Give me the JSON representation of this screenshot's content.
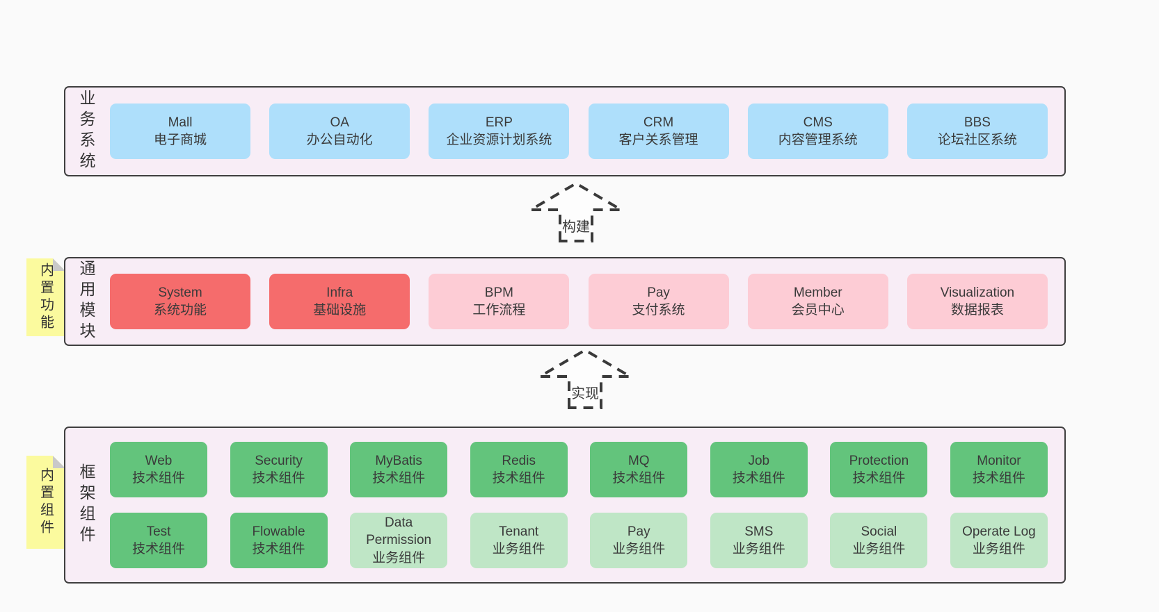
{
  "palette": {
    "page_bg": "#fafafa",
    "panel_bg": "#f8edf6",
    "panel_border": "#3f3f3f",
    "blue": "#aedffb",
    "red": "#f56c6c",
    "pink": "#fdccd5",
    "green": "#63c47c",
    "lightgreen": "#bfe6c6",
    "yellow": "#fbfa9e",
    "fold_gray": "#c9c9c9",
    "text": "#3a3a3a"
  },
  "arrows": [
    {
      "label": "构建"
    },
    {
      "label": "实现"
    }
  ],
  "sections": [
    {
      "id": "business",
      "label": "业务系统",
      "tab": null,
      "rows": [
        [
          {
            "name": "Mall",
            "desc": "电子商城",
            "tone": "blue"
          },
          {
            "name": "OA",
            "desc": "办公自动化",
            "tone": "blue"
          },
          {
            "name": "ERP",
            "desc": "企业资源计划系统",
            "tone": "blue"
          },
          {
            "name": "CRM",
            "desc": "客户关系管理",
            "tone": "blue"
          },
          {
            "name": "CMS",
            "desc": "内容管理系统",
            "tone": "blue"
          },
          {
            "name": "BBS",
            "desc": "论坛社区系统",
            "tone": "blue"
          }
        ]
      ]
    },
    {
      "id": "modules",
      "label": "通用模块",
      "tab": "内置功能",
      "rows": [
        [
          {
            "name": "System",
            "desc": "系统功能",
            "tone": "red"
          },
          {
            "name": "Infra",
            "desc": "基础设施",
            "tone": "red"
          },
          {
            "name": "BPM",
            "desc": "工作流程",
            "tone": "pink"
          },
          {
            "name": "Pay",
            "desc": "支付系统",
            "tone": "pink"
          },
          {
            "name": "Member",
            "desc": "会员中心",
            "tone": "pink"
          },
          {
            "name": "Visualization",
            "desc": "数据报表",
            "tone": "pink"
          }
        ]
      ]
    },
    {
      "id": "components",
      "label": "框架组件",
      "tab": "内置组件",
      "rows": [
        [
          {
            "name": "Web",
            "desc": "技术组件",
            "tone": "green"
          },
          {
            "name": "Security",
            "desc": "技术组件",
            "tone": "green"
          },
          {
            "name": "MyBatis",
            "desc": "技术组件",
            "tone": "green"
          },
          {
            "name": "Redis",
            "desc": "技术组件",
            "tone": "green"
          },
          {
            "name": "MQ",
            "desc": "技术组件",
            "tone": "green"
          },
          {
            "name": "Job",
            "desc": "技术组件",
            "tone": "green"
          },
          {
            "name": "Protection",
            "desc": "技术组件",
            "tone": "green"
          },
          {
            "name": "Monitor",
            "desc": "技术组件",
            "tone": "green"
          }
        ],
        [
          {
            "name": "Test",
            "desc": "技术组件",
            "tone": "green"
          },
          {
            "name": "Flowable",
            "desc": "技术组件",
            "tone": "green"
          },
          {
            "name": "Data Permission",
            "desc": "业务组件",
            "tone": "lightgreen"
          },
          {
            "name": "Tenant",
            "desc": "业务组件",
            "tone": "lightgreen"
          },
          {
            "name": "Pay",
            "desc": "业务组件",
            "tone": "lightgreen"
          },
          {
            "name": "SMS",
            "desc": "业务组件",
            "tone": "lightgreen"
          },
          {
            "name": "Social",
            "desc": "业务组件",
            "tone": "lightgreen"
          },
          {
            "name": "Operate Log",
            "desc": "业务组件",
            "tone": "lightgreen"
          }
        ]
      ]
    }
  ]
}
